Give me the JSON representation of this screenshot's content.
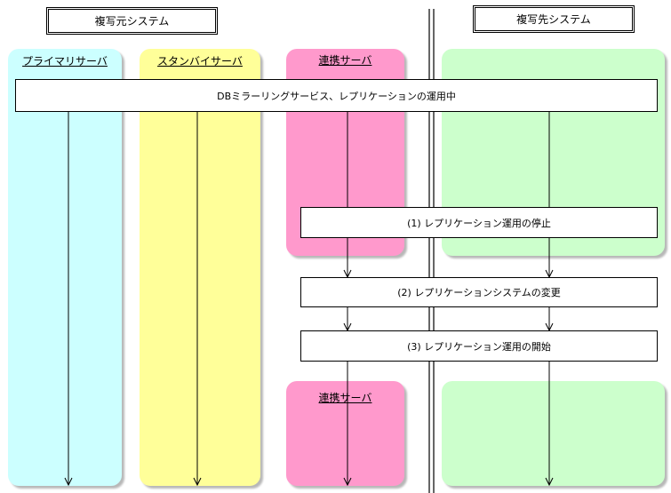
{
  "headers": {
    "source": "複写元システム",
    "target": "複写先システム"
  },
  "lanes": {
    "primary": {
      "label": "プライマリサーバ",
      "color": "#ccffff"
    },
    "standby": {
      "label": "スタンバイサーバ",
      "color": "#ffff99"
    },
    "link_top": {
      "label": "連携サーバ",
      "color": "#ff99cc"
    },
    "link_bottom": {
      "label": "連携サーバ",
      "color": "#ff99cc"
    },
    "target_top": {
      "label": "",
      "color": "#ccffcc"
    },
    "target_bottom": {
      "label": "",
      "color": "#ccffcc"
    }
  },
  "boxes": {
    "db_mirroring": "DBミラーリングサービス、レプリケーションの運用中",
    "step1": "(1) レプリケーション運用の停止",
    "step2": "(2) レプリケーションシステムの変更",
    "step3": "(3) レプリケーション運用の開始"
  }
}
